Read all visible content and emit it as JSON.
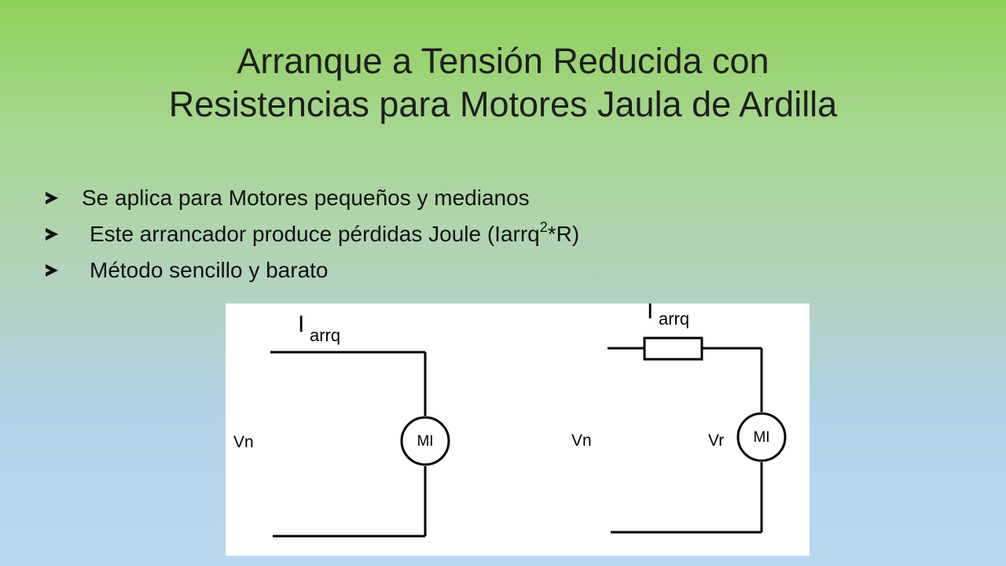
{
  "slide": {
    "title_line1": "Arranque a Tensión Reducida con",
    "title_line2": "Resistencias para Motores Jaula de Ardilla",
    "bullets": [
      "Se aplica para Motores pequeños y medianos",
      "Este arrancador produce pérdidas Joule (Iarrq",
      "Método sencillo y barato"
    ],
    "bullet2_sup": "2",
    "bullet2_tail": "*R)"
  },
  "diagram": {
    "left": {
      "current_symbol": "I",
      "current_sub": "arrq",
      "voltage": "Vn",
      "motor": "MI"
    },
    "right": {
      "current_symbol": "I",
      "current_sub": "arrq",
      "voltage_source": "Vn",
      "voltage_motor": "Vr",
      "motor": "MI"
    }
  }
}
